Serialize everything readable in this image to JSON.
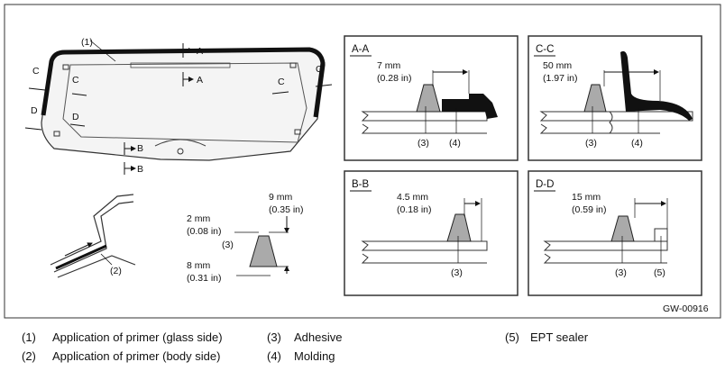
{
  "figure_id": "GW-00916",
  "window": {
    "callout_1": "(1)",
    "sections": [
      "A",
      "A",
      "B",
      "B",
      "C",
      "C",
      "C",
      "C",
      "D",
      "D"
    ]
  },
  "primer_detail": {
    "label": "(2)"
  },
  "adhesive_profile": {
    "label": "(3)",
    "dim_9": "9 mm",
    "dim_9_in": "(0.35 in)",
    "dim_2": "2 mm",
    "dim_2_in": "(0.08 in)",
    "dim_8": "8 mm",
    "dim_8_in": "(0.31 in)"
  },
  "sections": {
    "aa": {
      "title": "A-A",
      "dim": "7 mm",
      "dim_in": "(0.28 in)",
      "labels": [
        "(3)",
        "(4)"
      ]
    },
    "cc": {
      "title": "C-C",
      "dim": "50 mm",
      "dim_in": "(1.97 in)",
      "labels": [
        "(3)",
        "(4)"
      ]
    },
    "bb": {
      "title": "B-B",
      "dim": "4.5 mm",
      "dim_in": "(0.18 in)",
      "labels": [
        "(3)"
      ]
    },
    "dd": {
      "title": "D-D",
      "dim": "15 mm",
      "dim_in": "(0.59 in)",
      "labels": [
        "(3)",
        "(5)"
      ]
    }
  },
  "legend": [
    {
      "num": "(1)",
      "text": "Application of primer (glass side)"
    },
    {
      "num": "(2)",
      "text": "Application of primer (body side)"
    },
    {
      "num": "(3)",
      "text": "Adhesive"
    },
    {
      "num": "(4)",
      "text": "Molding"
    },
    {
      "num": "(5)",
      "text": "EPT sealer"
    }
  ]
}
